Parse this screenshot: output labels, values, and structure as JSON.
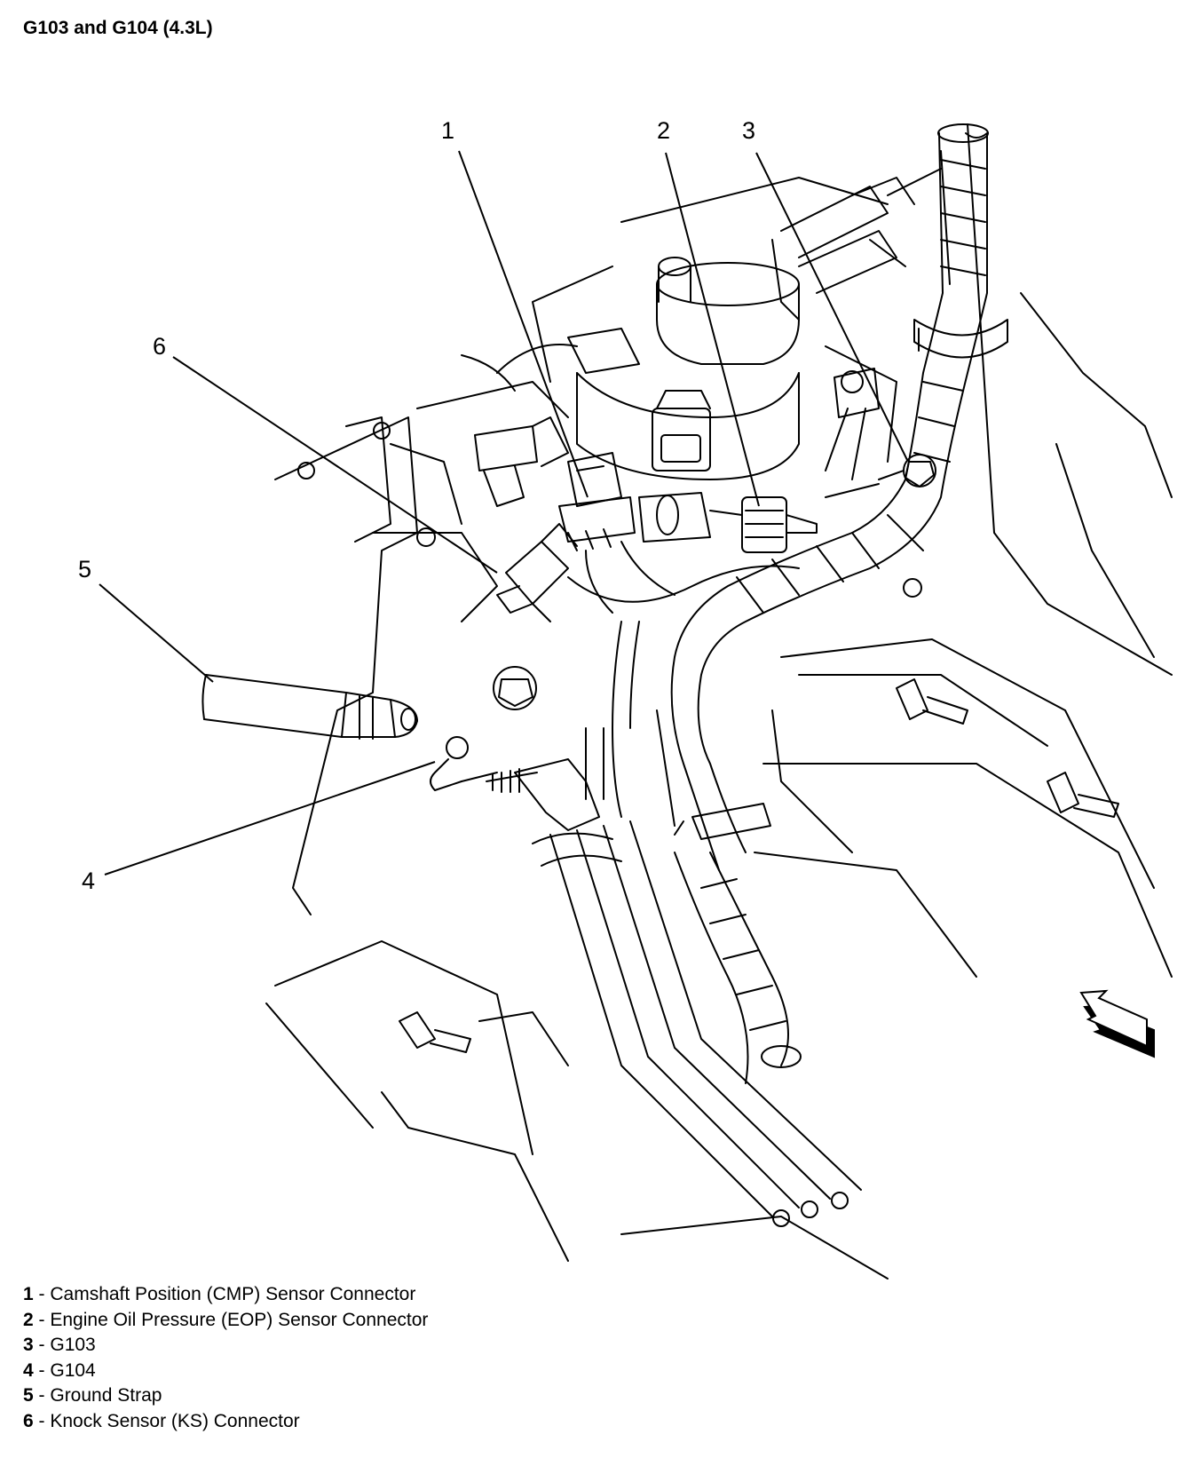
{
  "title": "G103 and G104 (4.3L)",
  "callouts": [
    {
      "number": "1",
      "description": "Camshaft Position (CMP) Sensor Connector"
    },
    {
      "number": "2",
      "description": "Engine Oil Pressure (EOP) Sensor Connector"
    },
    {
      "number": "3",
      "description": "G103"
    },
    {
      "number": "4",
      "description": "G104"
    },
    {
      "number": "5",
      "description": "Ground Strap"
    },
    {
      "number": "6",
      "description": "Knock Sensor (KS) Connector"
    }
  ],
  "separator": " - ",
  "colors": {
    "line": "#000000",
    "background": "#ffffff"
  },
  "icons": [
    "view-direction-arrow-icon"
  ]
}
